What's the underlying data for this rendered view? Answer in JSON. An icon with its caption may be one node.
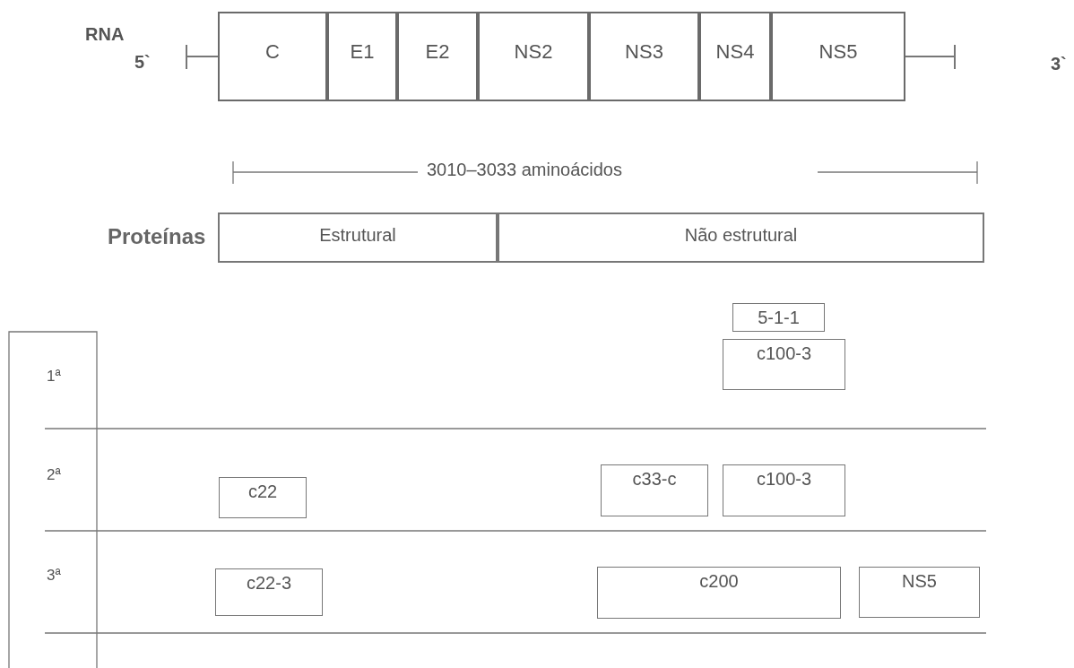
{
  "diagram": {
    "nodes": [
      {
        "text": [
          "C"
        ]
      },
      {
        "text": [
          "E1"
        ]
      },
      {
        "text": [
          "E2"
        ]
      },
      {
        "text": [
          "NS2"
        ]
      },
      {
        "text": [
          "NS3"
        ]
      },
      {
        "text": [
          "NS4"
        ]
      },
      {
        "text": [
          "NS5"
        ]
      },
      {
        "text": [
          "Estrutural"
        ]
      },
      {
        "text": [
          "Não estrutural"
        ]
      },
      {
        "text": [
          "5-1-1"
        ]
      },
      {
        "text": [
          "c100-3"
        ]
      },
      {
        "text": [
          "c22"
        ]
      },
      {
        "text": [
          "c33-c"
        ]
      },
      {
        "text": [
          "c100-3"
        ]
      },
      {
        "text": [
          "c22-3"
        ]
      },
      {
        "text": [
          "c200"
        ]
      },
      {
        "text": [
          "NS5"
        ]
      }
    ],
    "labels": [
      "RNA",
      "5`",
      "3`",
      "3010–3033 aminoácidos",
      "Proteínas",
      "1ª",
      "2ª",
      "3ª"
    ]
  }
}
